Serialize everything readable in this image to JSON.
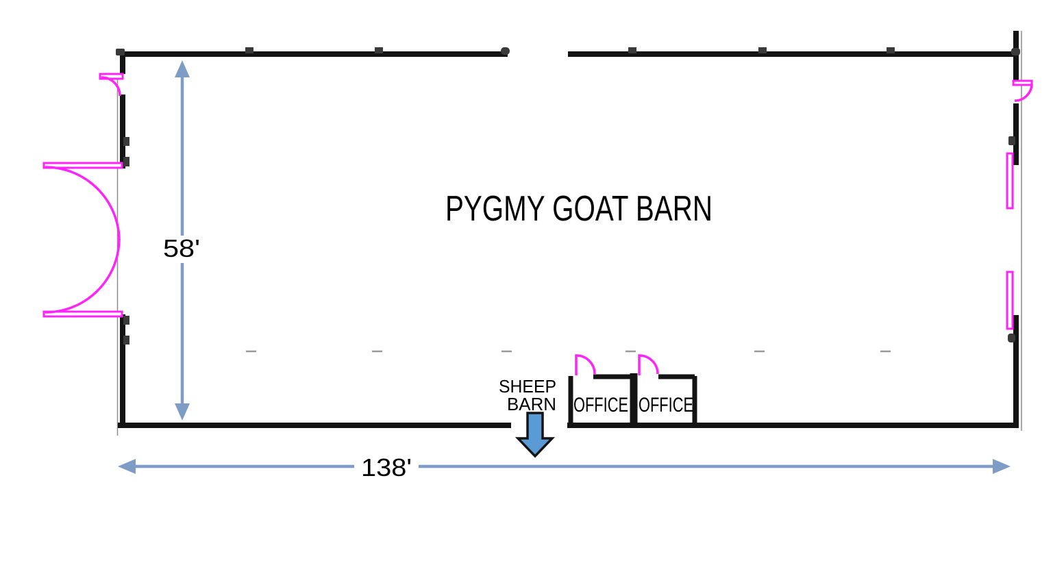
{
  "title": "PYGMY GOAT BARN",
  "dimensions": {
    "width": "138'",
    "height": "58'"
  },
  "labels": {
    "sheep_barn": {
      "line1": "SHEEP",
      "line2": "BARN"
    },
    "offices": [
      "OFFICE",
      "OFFICE"
    ]
  },
  "colors": {
    "background": "#ffffff",
    "wall": "#141414",
    "post": "#3a3a3a",
    "door": "#ff24fa",
    "panel_fill": "#ffffff",
    "dimension": "#7d9cc6",
    "arrow_fill": "#5b9bd5",
    "faint": "#9a9a9a",
    "track": "#8c8c8c",
    "text": "#000000"
  }
}
